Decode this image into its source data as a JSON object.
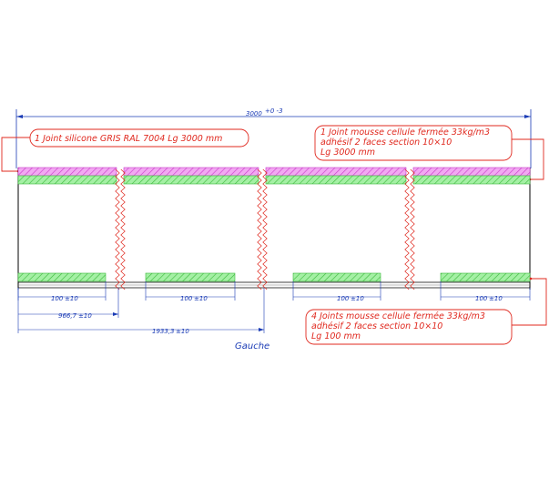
{
  "drawing": {
    "overall_dimension": "3000",
    "overall_tolerance": "+0\n-3",
    "note_top_left": "1 Joint silicone GRIS  RAL 7004 Lg 3000 mm",
    "note_top_right": [
      "1 Joint mousse cellule fermée 33kg/m3",
      "adhésif 2 faces section 10×10",
      "Lg 3000 mm"
    ],
    "note_bottom_right": [
      "4 Joints mousse cellule fermée 33kg/m3",
      "adhésif 2 faces section 10×10",
      "Lg 100 mm"
    ],
    "dims_100": [
      "100",
      "100",
      "100",
      "100"
    ],
    "dim_100_tol": "±10",
    "dim_966": "966,7",
    "dim_966_tol": "±10",
    "dim_1933": "1933,3",
    "dim_1933_tol": "±10",
    "side_label": "Gauche",
    "colors": {
      "outline": "#000000",
      "silicone_joint": "#e070e0",
      "foam_joint": "#7ce07c",
      "annotation_red": "#e0281e",
      "dimension_blue": "#1a3bb5"
    }
  }
}
